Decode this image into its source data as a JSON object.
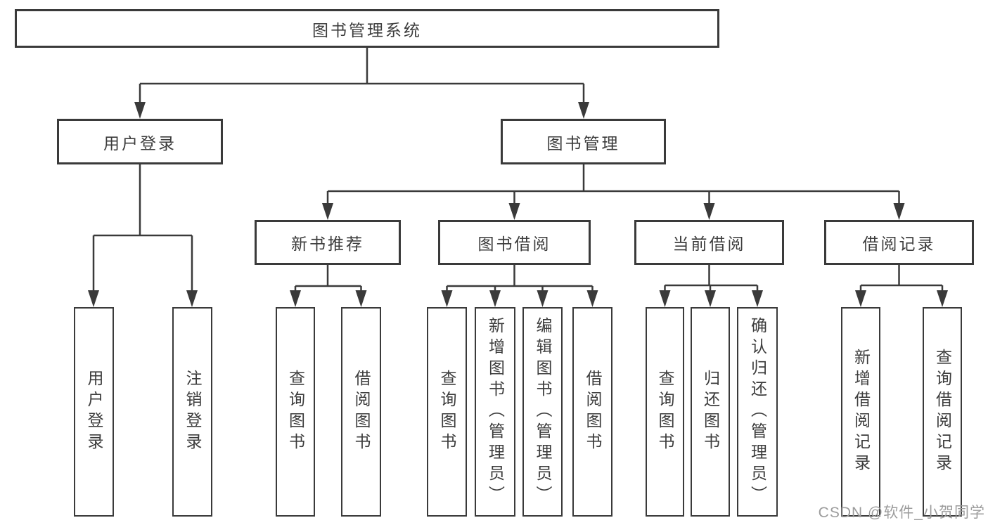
{
  "diagram_title": "图书管理系统",
  "tree": {
    "label": "图书管理系统",
    "children": [
      {
        "label": "用户登录",
        "children": [
          {
            "label": "用户登录"
          },
          {
            "label": "注销登录"
          }
        ]
      },
      {
        "label": "图书管理",
        "children": [
          {
            "label": "新书推荐",
            "children": [
              {
                "label": "查询图书"
              },
              {
                "label": "借阅图书"
              }
            ]
          },
          {
            "label": "图书借阅",
            "children": [
              {
                "label": "查询图书"
              },
              {
                "label": "新增图书（管理员）"
              },
              {
                "label": "编辑图书（管理员）"
              },
              {
                "label": "借阅图书"
              }
            ]
          },
          {
            "label": "当前借阅",
            "children": [
              {
                "label": "查询图书"
              },
              {
                "label": "归还图书"
              },
              {
                "label": "确认归还（管理员）"
              }
            ]
          },
          {
            "label": "借阅记录",
            "children": [
              {
                "label": "新增借阅记录"
              },
              {
                "label": "查询借阅记录"
              }
            ]
          }
        ]
      }
    ]
  },
  "watermark": {
    "text": "CSDN @软件_小贺同学"
  },
  "colors": {
    "line": "#3a3a3a",
    "box_border": "#3a3a3a",
    "text": "#3c3c3c",
    "watermark": "#9c9c9c",
    "background": "#ffffff"
  }
}
